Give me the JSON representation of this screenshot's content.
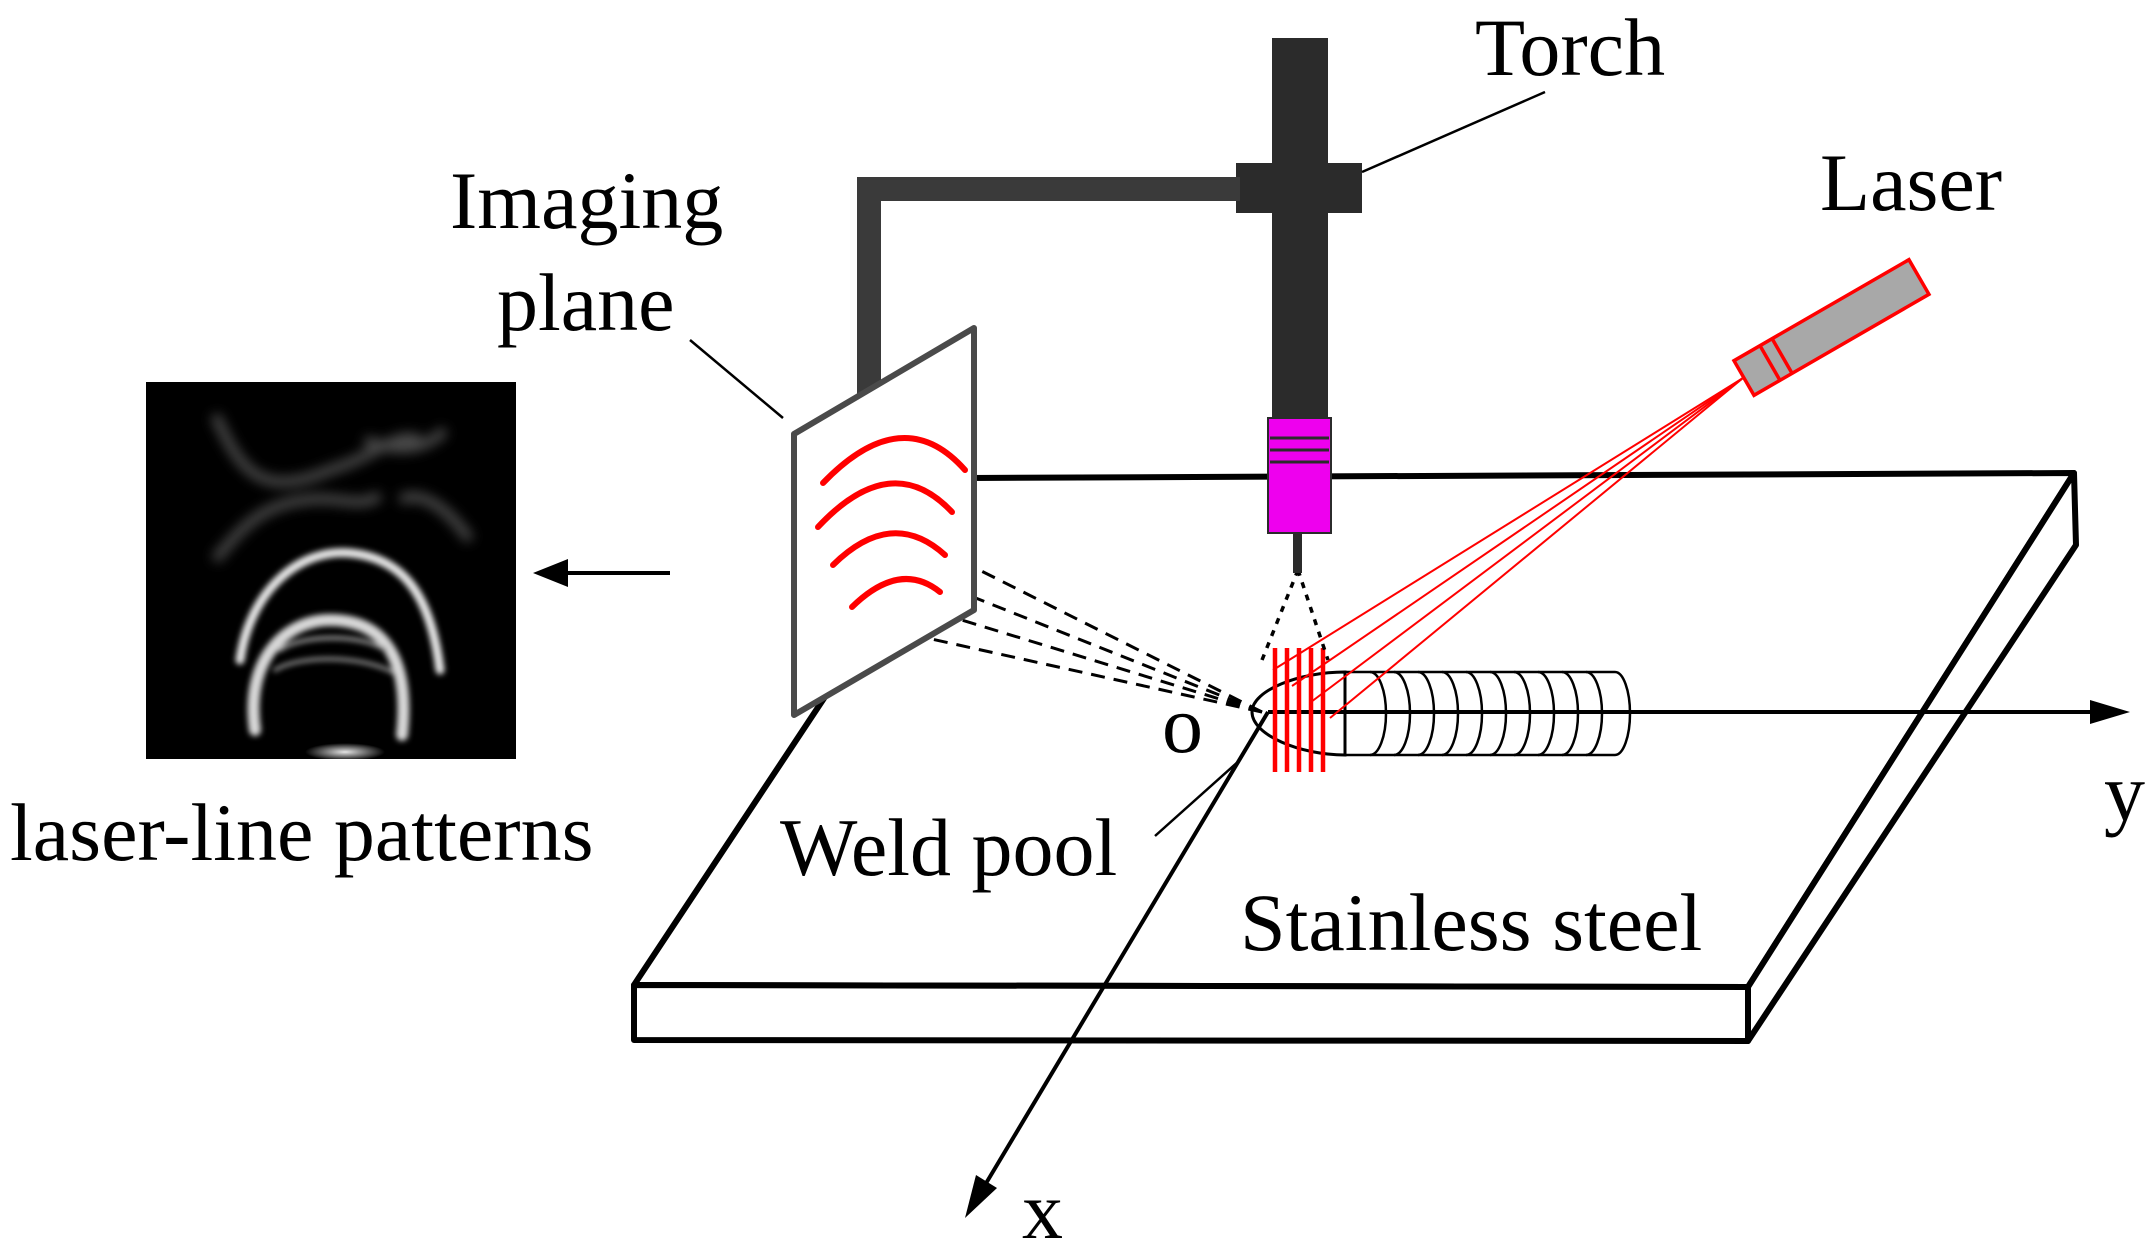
{
  "labels": {
    "torch": "Torch",
    "laser": "Laser",
    "imaging_plane_line1": "Imaging",
    "imaging_plane_line2": "plane",
    "laser_line_patterns": "laser-line patterns",
    "weld_pool": "Weld pool",
    "stainless_steel": "Stainless steel",
    "origin": "o",
    "axis_x": "x",
    "axis_y": "y"
  },
  "colors": {
    "outline": "#000000",
    "torch_body": "#2b2b2b",
    "torch_nozzle": "#ee00ee",
    "laser_red": "#ff0000",
    "laser_body": "#a8a8a8",
    "photo_bg": "#000000"
  },
  "icons": {
    "arrow_to_pattern": "left-arrow-icon"
  }
}
